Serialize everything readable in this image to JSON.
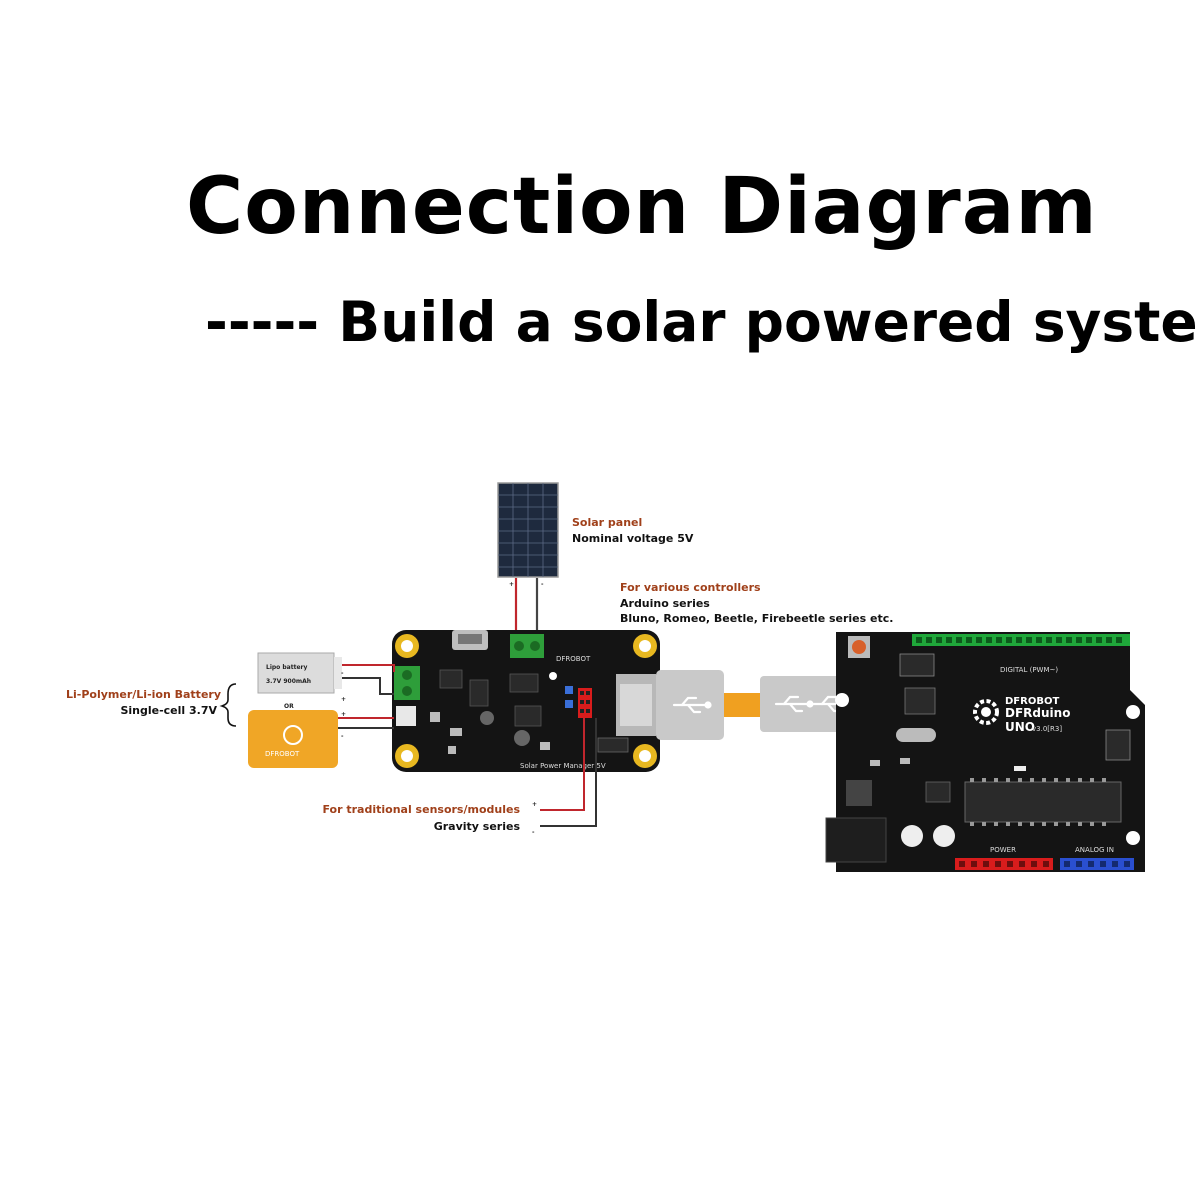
{
  "title": "Connection Diagram",
  "subtitle": "----- Build a solar powered system",
  "labels": {
    "solar_panel": "Solar panel",
    "solar_voltage": "Nominal voltage 5V",
    "controllers_heading": "For various controllers",
    "controllers_line1": "Arduino series",
    "controllers_line2": "Bluno, Romeo, Beetle, Firebeetle series etc.",
    "battery_type": "Li-Polymer/Li-ion Battery",
    "battery_cell": "Single-cell 3.7V",
    "lipo_label_1": "Lipo battery",
    "lipo_label_2": "3.7V 900mAh",
    "or_text": "OR",
    "sensors_heading": "For traditional sensors/modules",
    "sensors_line": "Gravity series",
    "plus": "+",
    "minus": "-",
    "dfrobot": "DFROBOT",
    "dfrduino_1": "DFRduino",
    "dfrduino_2": "UNO",
    "dfrduino_3": "v3.0[R3]",
    "manager_text": "Solar Power Manager 5V",
    "digital_pwm": "DIGITAL (PWM~)",
    "power": "POWER",
    "analog_in": "ANALOG IN"
  },
  "colors": {
    "board": "#141414",
    "gold": "#e8b820",
    "terminal_green": "#2e9e3a",
    "header_green": "#1fa83a",
    "header_red": "#d81c1c",
    "header_blue": "#2a4fd0",
    "usb_gray": "#c9c9c9",
    "usb_cable": "#f0a020",
    "battery_orange": "#f0a626",
    "wire_red": "#c0262d",
    "wire_black": "#333333",
    "label_brown": "#a0401a"
  }
}
